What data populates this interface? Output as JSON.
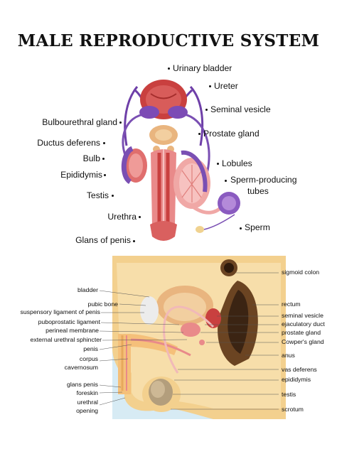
{
  "title": "MALE REPRODUCTIVE SYSTEM",
  "upper_diagram": {
    "labels": {
      "urinary_bladder": "Urinary bladder",
      "ureter": "Ureter",
      "seminal_vesicle": "Seminal vesicle",
      "bulbourethral_gland": "Bulbourethral gland",
      "prostate_gland": "Prostate gland",
      "ductus_deferens": "Ductus deferens",
      "bulb": "Bulb",
      "lobules": "Lobules",
      "epididymis": "Epididymis",
      "sperm_producing_line1": "Sperm-producing",
      "sperm_producing_line2": "tubes",
      "testis": "Testis",
      "urethra": "Urethra",
      "sperm": "Sperm",
      "glans_of_penis": "Glans of penis"
    }
  },
  "lower_diagram": {
    "left_labels": {
      "bladder": "bladder",
      "pubic_bone": "pubic bone",
      "suspensory_ligament": "suspensory ligament of penis",
      "puboprostatic_ligament": "puboprostatic ligament",
      "perineal_membrane": "perineal membrane",
      "external_urethral_sphincter": "external urethral sphincter",
      "penis": "penis",
      "corpus_line1": "corpus",
      "corpus_line2": "cavernosum",
      "glans_penis": "glans penis",
      "foreskin": "foreskin",
      "urethral_line1": "urethral",
      "urethral_line2": "opening"
    },
    "right_labels": {
      "sigmoid_colon": "sigmoid colon",
      "rectum": "rectum",
      "seminal_vesicle": "seminal vesicle",
      "ejaculatory_duct": "ejaculatory duct",
      "prostate_gland": "prostate gland",
      "cowpers_gland": "Cowper's gland",
      "anus": "anus",
      "vas_deferens": "vas deferens",
      "epididymis": "epididymis",
      "testis": "testis",
      "scrotum": "scrotum"
    }
  },
  "colors": {
    "tissue_pink": "#e98a8a",
    "tissue_red": "#c9403f",
    "vessel_purple": "#6e3fa8",
    "gland_tan": "#e9b57f",
    "skin": "#f3d08e",
    "rectum_brown": "#6b4422",
    "bone": "#ececec",
    "sky": "#d7ebf4"
  }
}
